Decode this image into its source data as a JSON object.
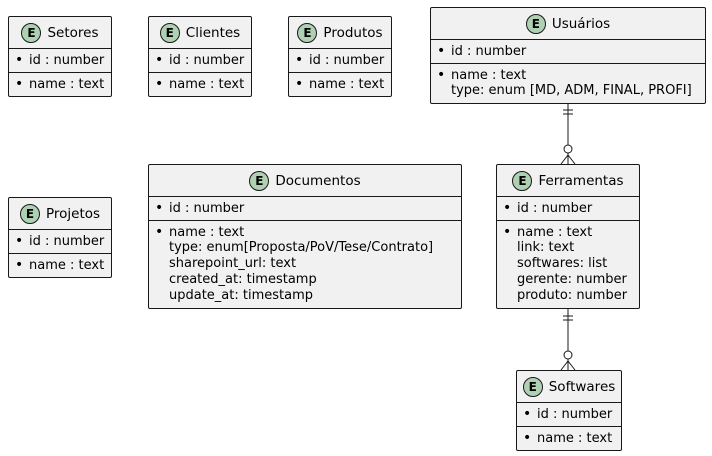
{
  "diagram": {
    "entity_badge": "E",
    "colors": {
      "badge_fill": "#add1b2",
      "entity_fill": "#f1f1f1",
      "border": "#181818"
    },
    "entities": {
      "setores": {
        "title": "Setores",
        "pk": "id : number",
        "attrs": [
          "name : text"
        ]
      },
      "clientes": {
        "title": "Clientes",
        "pk": "id : number",
        "attrs": [
          "name : text"
        ]
      },
      "produtos": {
        "title": "Produtos",
        "pk": "id : number",
        "attrs": [
          "name : text"
        ]
      },
      "usuarios": {
        "title": "Usuários",
        "pk": "id : number",
        "attrs": [
          "name : text",
          "type: enum [MD, ADM, FINAL, PROFI]"
        ]
      },
      "projetos": {
        "title": "Projetos",
        "pk": "id : number",
        "attrs": [
          "name : text"
        ]
      },
      "documentos": {
        "title": "Documentos",
        "pk": "id : number",
        "attrs": [
          "name : text",
          "type: enum[Proposta/PoV/Tese/Contrato]",
          "sharepoint_url: text",
          "created_at: timestamp",
          "update_at: timestamp"
        ]
      },
      "ferramentas": {
        "title": "Ferramentas",
        "pk": "id : number",
        "attrs": [
          "name : text",
          "link: text",
          "softwares: list",
          "gerente: number",
          "produto: number"
        ]
      },
      "softwares": {
        "title": "Softwares",
        "pk": "id : number",
        "attrs": [
          "name : text"
        ]
      }
    },
    "relationships": [
      {
        "from": "Usuários",
        "from_cardinality": "exactly one",
        "to": "Ferramentas",
        "to_cardinality": "zero or many"
      },
      {
        "from": "Ferramentas",
        "from_cardinality": "exactly one",
        "to": "Softwares",
        "to_cardinality": "zero or many"
      }
    ]
  }
}
